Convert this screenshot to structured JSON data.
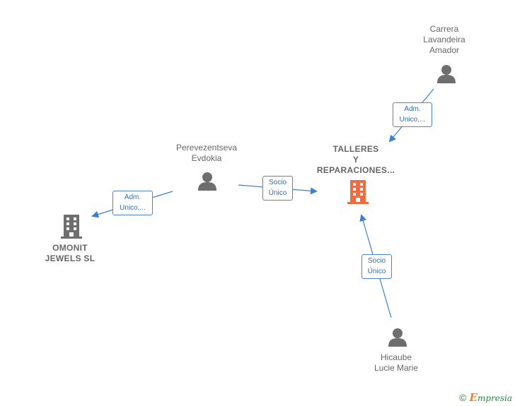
{
  "nodes": {
    "carrera": {
      "name": "Carrera\nLavandeira\nAmador",
      "icon": "person-icon"
    },
    "perevezentseva": {
      "name": "Perevezentseva\nEvdokia",
      "icon": "person-icon"
    },
    "talleres": {
      "name": "TALLERES\nY\nREPARACIONES...",
      "icon": "building-icon",
      "color": "#f26a3d"
    },
    "omonit": {
      "name": "OMONIT\nJEWELS SL",
      "icon": "building-icon",
      "color": "#6e6e6e"
    },
    "hicaube": {
      "name": "Hicaube\nLucie Marie",
      "icon": "person-icon"
    }
  },
  "edges": {
    "carrera_talleres": "Adm.\nUnico,...",
    "perevezentseva_omonit": "Adm.\nUnico,...",
    "perevezentseva_talleres": "Socio\nÚnico",
    "hicaube_talleres": "Socio\nÚnico"
  },
  "colors": {
    "edge": "#3d7fd1",
    "person": "#6e6e6e",
    "text": "#666666"
  },
  "footer": {
    "copyright": "©",
    "brand_initial": "E",
    "brand_rest": "mpresia"
  }
}
